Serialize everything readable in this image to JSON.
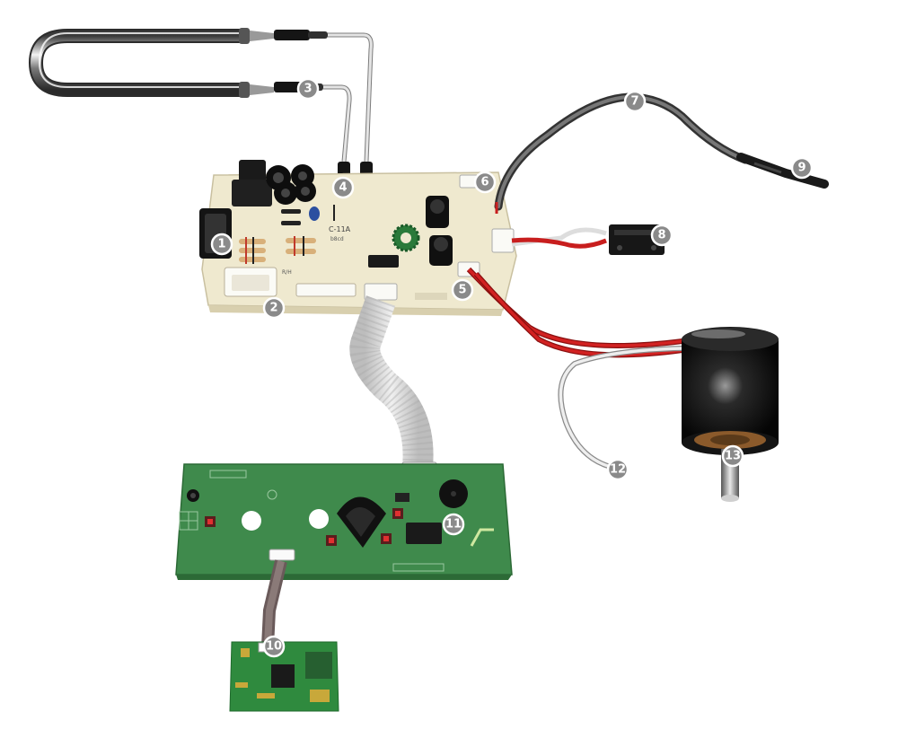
{
  "diagram": {
    "callouts": [
      "1",
      "2",
      "3",
      "4",
      "5",
      "6",
      "7",
      "8",
      "9",
      "10",
      "11",
      "12",
      "13"
    ],
    "board_markings": {
      "power_board_model": "C-11A",
      "power_board_sub": "b8cd",
      "power_board_ref": "R/H"
    },
    "colors": {
      "power_board": "#efe9cf",
      "control_board": "#3f8a4c",
      "wifi_board": "#2f8a3e",
      "red_wire": "#c81e1e",
      "callout_badge": "#8a8a8a"
    }
  }
}
